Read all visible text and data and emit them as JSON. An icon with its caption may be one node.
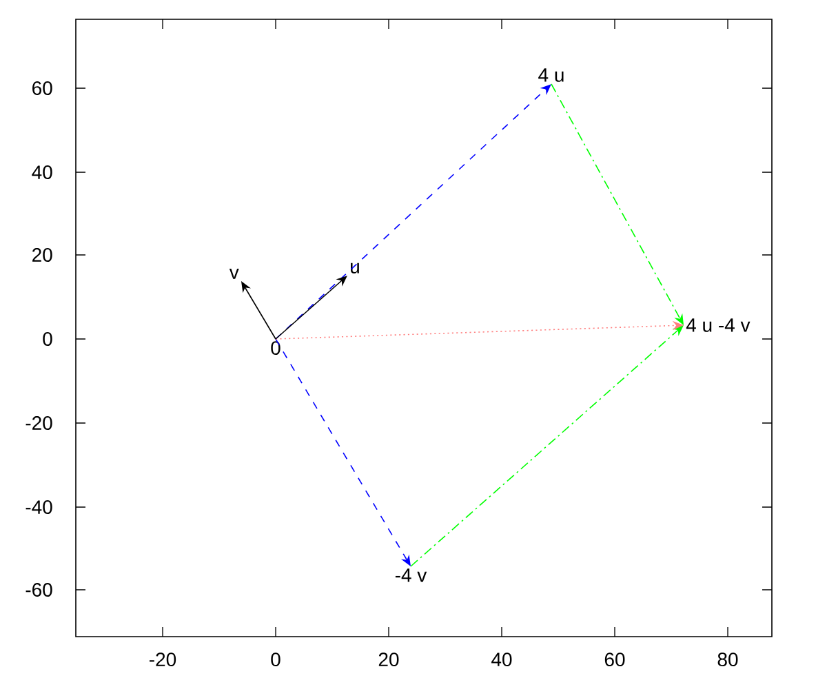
{
  "diagram": {
    "nodes": [
      {
        "text": [
          "0"
        ]
      },
      {
        "text": [
          "u"
        ]
      },
      {
        "text": [
          "v"
        ]
      },
      {
        "text": [
          "4 u"
        ]
      },
      {
        "text": [
          "-4 v"
        ]
      },
      {
        "text": [
          "4 u -4 v"
        ]
      }
    ],
    "edges": [
      {
        "from": 0,
        "to": 3,
        "arrow": "to",
        "style": "dashed",
        "color": "#0000ff"
      },
      {
        "from": 0,
        "to": 4,
        "arrow": "to",
        "style": "dashed",
        "color": "#0000ff"
      },
      {
        "from": 3,
        "to": 5,
        "arrow": "to",
        "style": "dashed",
        "color": "#00ff00"
      },
      {
        "from": 4,
        "to": 5,
        "arrow": "to",
        "style": "dashed",
        "color": "#00ff00"
      },
      {
        "from": 0,
        "to": 5,
        "arrow": "to",
        "style": "dashed",
        "color": "#ff8080"
      },
      {
        "from": 0,
        "to": 1,
        "arrow": "to",
        "color": "#000000"
      },
      {
        "from": 0,
        "to": 2,
        "arrow": "to",
        "color": "#000000"
      }
    ],
    "labels": [
      "60",
      "40",
      "20",
      "0",
      "-20",
      "-40",
      "-60",
      "-20",
      "0",
      "20",
      "40",
      "60",
      "80"
    ]
  }
}
